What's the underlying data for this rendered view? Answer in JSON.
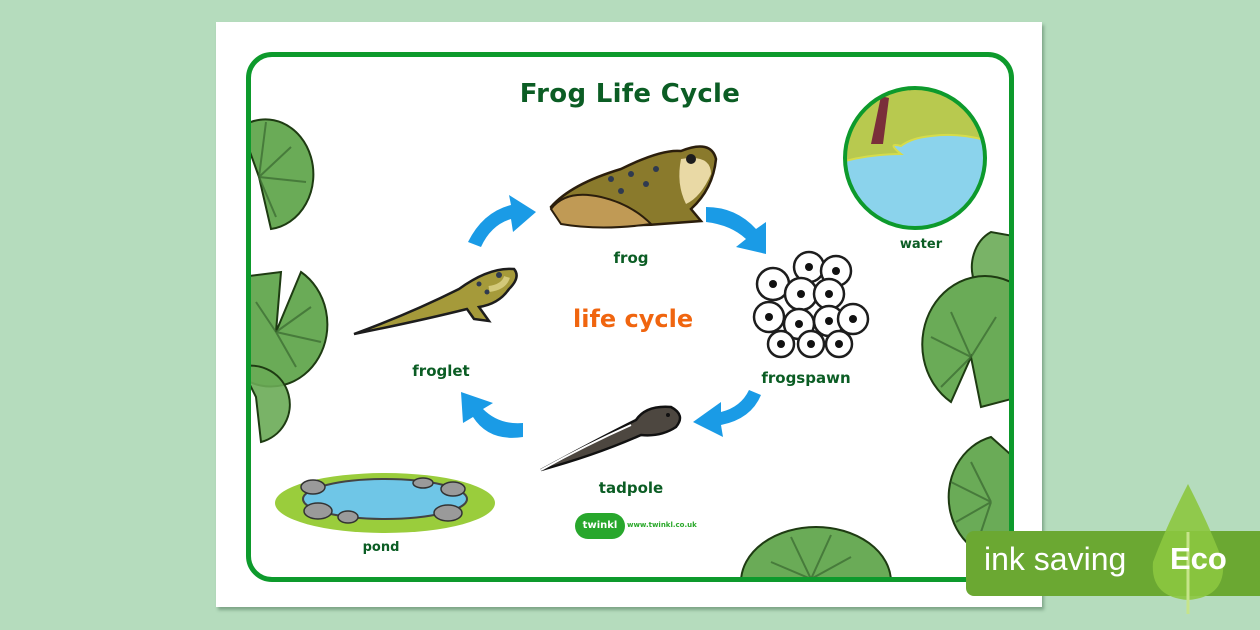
{
  "poster": {
    "title": "Frog Life Cycle",
    "center_label": "life cycle",
    "stages": [
      {
        "id": "frog",
        "label": "frog"
      },
      {
        "id": "frogspawn",
        "label": "frogspawn"
      },
      {
        "id": "tadpole",
        "label": "tadpole"
      },
      {
        "id": "froglet",
        "label": "froglet"
      }
    ],
    "habitats": [
      {
        "id": "water",
        "label": "water"
      },
      {
        "id": "pond",
        "label": "pond"
      }
    ],
    "branding": {
      "logo_text": "twinkl",
      "url": "www.twinkl.co.uk"
    }
  },
  "badge": {
    "text": "ink saving",
    "eco_label": "Eco"
  },
  "colors": {
    "background": "#b5dcbd",
    "frame_border": "#0d9a2c",
    "label_green": "#0b5d24",
    "center_orange": "#f0650f",
    "arrow_blue": "#1a9be6",
    "lily_pad": "#6aab57",
    "eco_badge": "#6ba832",
    "eco_leaf": "#8cc63f"
  }
}
